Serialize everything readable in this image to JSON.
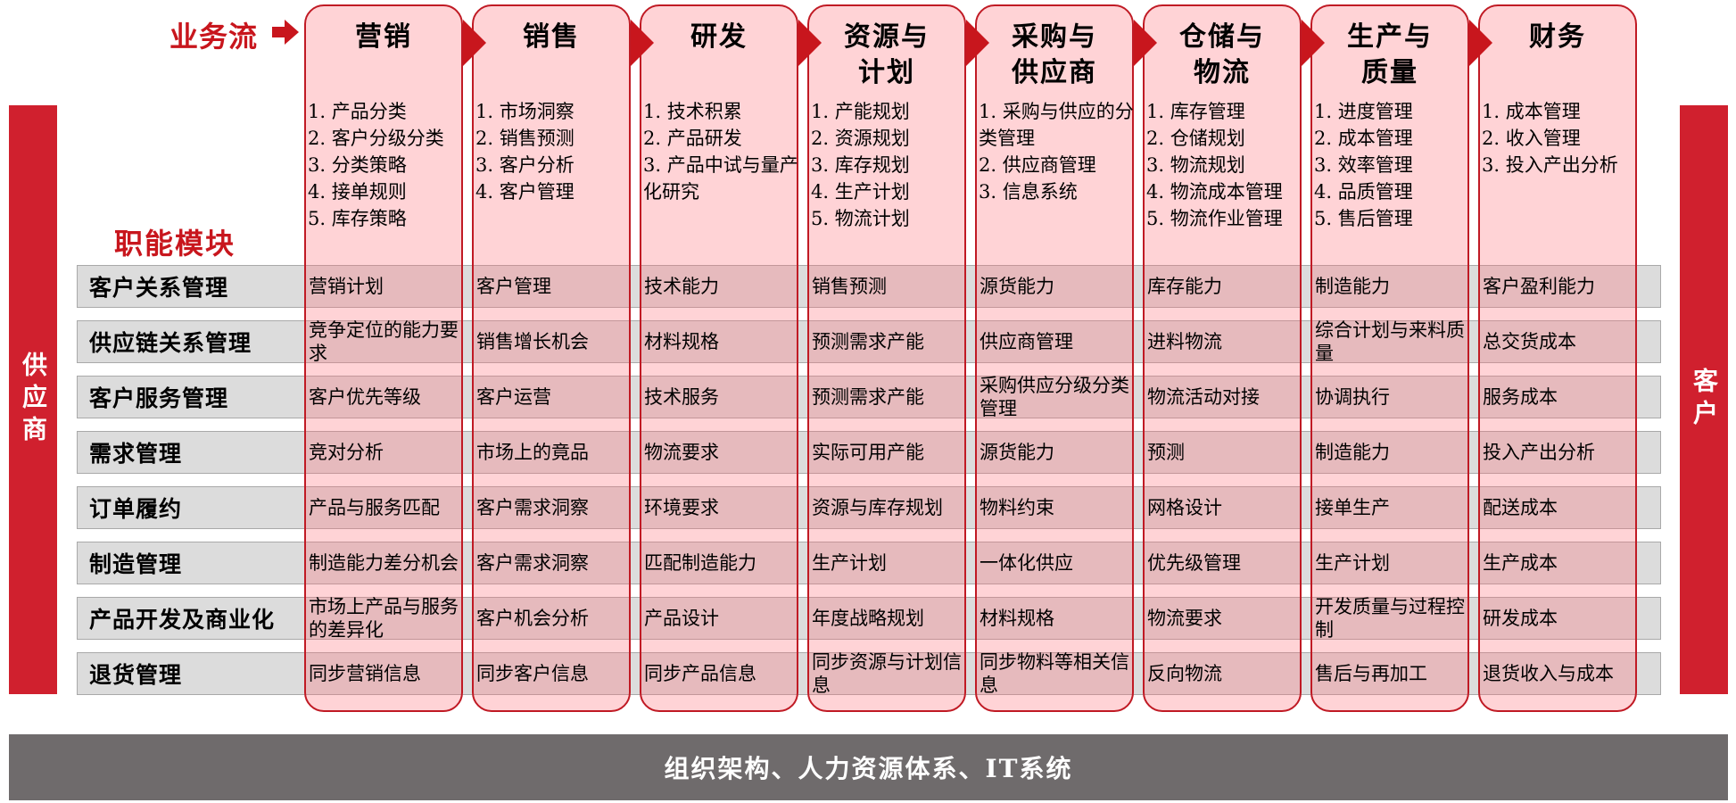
{
  "header": {
    "business_flow_label": "业务流",
    "functional_module_label": "职能模块"
  },
  "sides": {
    "supplier": "供应商",
    "customer": "客户"
  },
  "columns": [
    {
      "title": "营销",
      "items": [
        "1. 产品分类",
        "2. 客户分级分类",
        "3. 分类策略",
        "4. 接单规则",
        "5. 库存策略"
      ]
    },
    {
      "title": "销售",
      "items": [
        "1. 市场洞察",
        "2. 销售预测",
        "3. 客户分析",
        "4. 客户管理"
      ]
    },
    {
      "title": "研发",
      "items": [
        "1. 技术积累",
        "2. 产品研发",
        "3. 产品中试与量产化研究"
      ]
    },
    {
      "title": "资源与\n计划",
      "items": [
        "1. 产能规划",
        "2. 资源规划",
        "3. 库存规划",
        "4. 生产计划",
        "5. 物流计划"
      ]
    },
    {
      "title": "采购与\n供应商",
      "items": [
        "1. 采购与供应的分类管理",
        "2. 供应商管理",
        "3. 信息系统"
      ]
    },
    {
      "title": "仓储与\n物流",
      "items": [
        "1. 库存管理",
        "2. 仓储规划",
        "3. 物流规划",
        "4. 物流成本管理",
        "5. 物流作业管理"
      ]
    },
    {
      "title": "生产与\n质量",
      "items": [
        "1. 进度管理",
        "2. 成本管理",
        "3. 效率管理",
        "4. 品质管理",
        "5. 售后管理"
      ]
    },
    {
      "title": "财务",
      "items": [
        "1. 成本管理",
        "2. 收入管理",
        "3. 投入产出分析"
      ]
    }
  ],
  "rows": [
    {
      "label": "客户关系管理",
      "cells": [
        "营销计划",
        "客户管理",
        "技术能力",
        "销售预测",
        "源货能力",
        "库存能力",
        "制造能力",
        "客户盈利能力"
      ]
    },
    {
      "label": "供应链关系管理",
      "cells": [
        "竞争定位的能力要求",
        "销售增长机会",
        "材料规格",
        "预测需求产能",
        "供应商管理",
        "进料物流",
        "综合计划与来料质量",
        "总交货成本"
      ]
    },
    {
      "label": "客户服务管理",
      "cells": [
        "客户优先等级",
        "客户运营",
        "技术服务",
        "预测需求产能",
        "采购供应分级分类管理",
        "物流活动对接",
        "协调执行",
        "服务成本"
      ]
    },
    {
      "label": "需求管理",
      "cells": [
        "竞对分析",
        "市场上的竟品",
        "物流要求",
        "实际可用产能",
        "源货能力",
        "预测",
        "制造能力",
        "投入产出分析"
      ]
    },
    {
      "label": "订单履约",
      "cells": [
        "产品与服务匹配",
        "客户需求洞察",
        "环境要求",
        "资源与库存规划",
        "物料约束",
        "网格设计",
        "接单生产",
        "配送成本"
      ]
    },
    {
      "label": "制造管理",
      "cells": [
        "制造能力差分机会",
        "客户需求洞察",
        "匹配制造能力",
        "生产计划",
        "一体化供应",
        "优先级管理",
        "生产计划",
        "生产成本"
      ]
    },
    {
      "label": "产品开发及商业化",
      "cells": [
        "市场上产品与服务的差异化",
        "客户机会分析",
        "产品设计",
        "年度战略规划",
        "材料规格",
        "物流要求",
        "开发质量与过程控制",
        "研发成本"
      ]
    },
    {
      "label": "退货管理",
      "cells": [
        "同步营销信息",
        "同步客户信息",
        "同步产品信息",
        "同步资源与计划信息",
        "同步物料等相关信息",
        "反向物流",
        "售后与再加工",
        "退货收入与成本"
      ]
    }
  ],
  "footer": "组织架构、人力资源体系、IT系统",
  "colors": {
    "brand_red": "#c8161d",
    "bar_gray": "#6f6b6c",
    "row_gray": "#dcdcdc"
  }
}
